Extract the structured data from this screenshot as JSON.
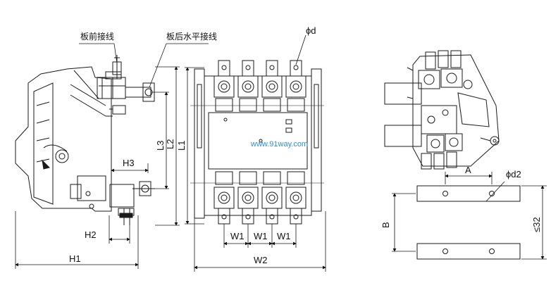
{
  "labels": {
    "front_wiring": "板前接线",
    "rear_horizontal_wiring": "板后水平接线",
    "phi_d": "ϕd",
    "phi_d2": "ϕd2",
    "l1": "L1",
    "l2": "L2",
    "l3": "L3",
    "h1": "H1",
    "h2": "H2",
    "h3": "H3",
    "w1_a": "W1",
    "w1_b": "W1",
    "w1_c": "W1",
    "w2": "W2",
    "a": "A",
    "b": "B",
    "thickness": "≤32"
  },
  "watermark": "www.91way.com",
  "colors": {
    "line": "#1a1a1a",
    "watermark": "#2a8fd0"
  }
}
